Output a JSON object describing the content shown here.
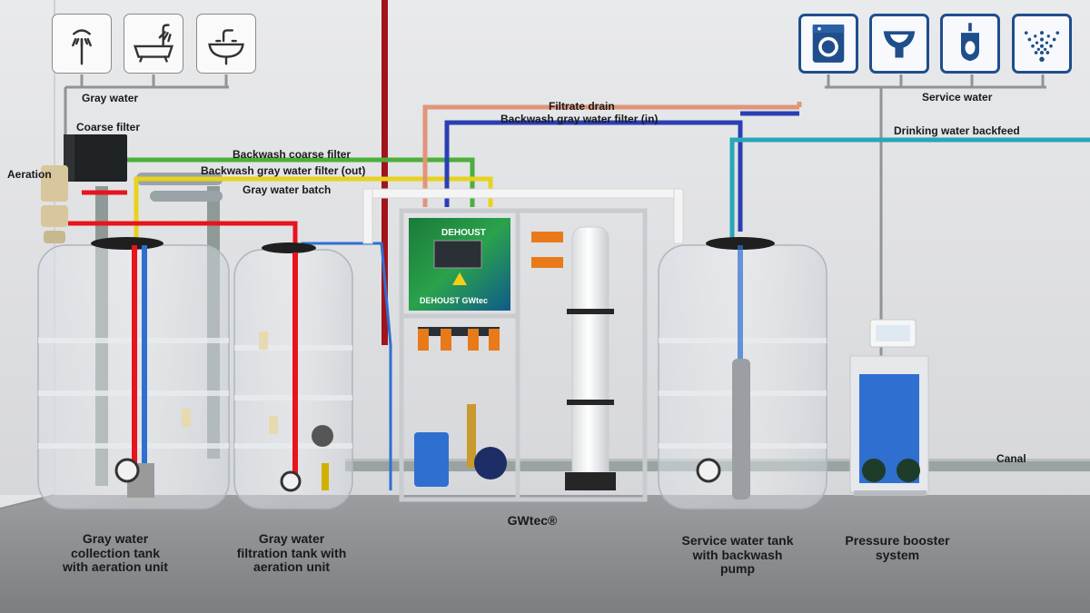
{
  "pipe_colors": {
    "gray": "#8f9499",
    "red": "#e8141c",
    "green": "#4caf3a",
    "yellow": "#e8d21e",
    "blue": "#2a3fb3",
    "copper": "#e0957a",
    "cyan": "#28a6b6",
    "dark_red": "#a0141a"
  },
  "top_left_icons": [
    {
      "name": "shower-icon"
    },
    {
      "name": "bathtub-icon"
    },
    {
      "name": "washbasin-icon"
    }
  ],
  "top_right_icons": [
    {
      "name": "washing-machine-icon"
    },
    {
      "name": "toilet-icon"
    },
    {
      "name": "urinal-icon"
    },
    {
      "name": "sprinkler-icon"
    }
  ],
  "labels": {
    "gray_water": "Gray water",
    "coarse_filter": "Coarse filter",
    "aeration": "Aeration",
    "backwash_coarse_filter": "Backwash coarse filter",
    "backwash_gray_water_filter_out": "Backwash gray water filter (out)",
    "gray_water_batch": "Gray water batch",
    "filtrate_drain": "Filtrate drain",
    "backwash_gray_water_filter_in": "Backwash gray water filter (in)",
    "service_water": "Service water",
    "drinking_water_backfeed": "Drinking water backfeed",
    "canal": "Canal"
  },
  "panel": {
    "brand_top": "DEHOUST",
    "brand_bottom": "DEHOUST GWtec"
  },
  "captions": {
    "collection_tank": [
      "Gray water",
      "collection tank",
      "with aeration unit"
    ],
    "filtration_tank": [
      "Gray water",
      "filtration tank with",
      "aeration unit"
    ],
    "gwtec": "GWtec®",
    "service_tank": [
      "Service water tank",
      "with backwash",
      "pump"
    ],
    "booster": [
      "Pressure booster",
      "system"
    ]
  }
}
